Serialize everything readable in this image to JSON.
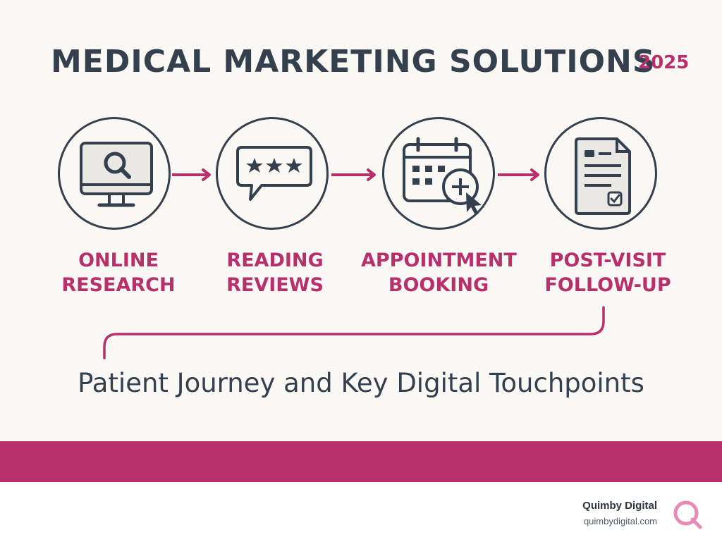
{
  "header": {
    "title": "MEDICAL MARKETING SOLUTIONS",
    "year": "2025"
  },
  "steps": [
    {
      "label_line1": "ONLINE",
      "label_line2": "RESEARCH",
      "icon": "monitor-search-icon"
    },
    {
      "label_line1": "READING",
      "label_line2": "REVIEWS",
      "icon": "review-stars-icon"
    },
    {
      "label_line1": "APPOINTMENT",
      "label_line2": "BOOKING",
      "icon": "calendar-add-icon"
    },
    {
      "label_line1": "POST-VISIT",
      "label_line2": "FOLLOW-UP",
      "icon": "document-check-icon"
    }
  ],
  "subtitle": "Patient Journey and Key Digital Touchpoints",
  "footer": {
    "brand": "Quimby Digital",
    "url": "quimbydigital.com",
    "logo_icon": "q-logo-icon"
  },
  "colors": {
    "dark": "#34404d",
    "accent": "#b8306b",
    "background": "#faf8f4"
  }
}
